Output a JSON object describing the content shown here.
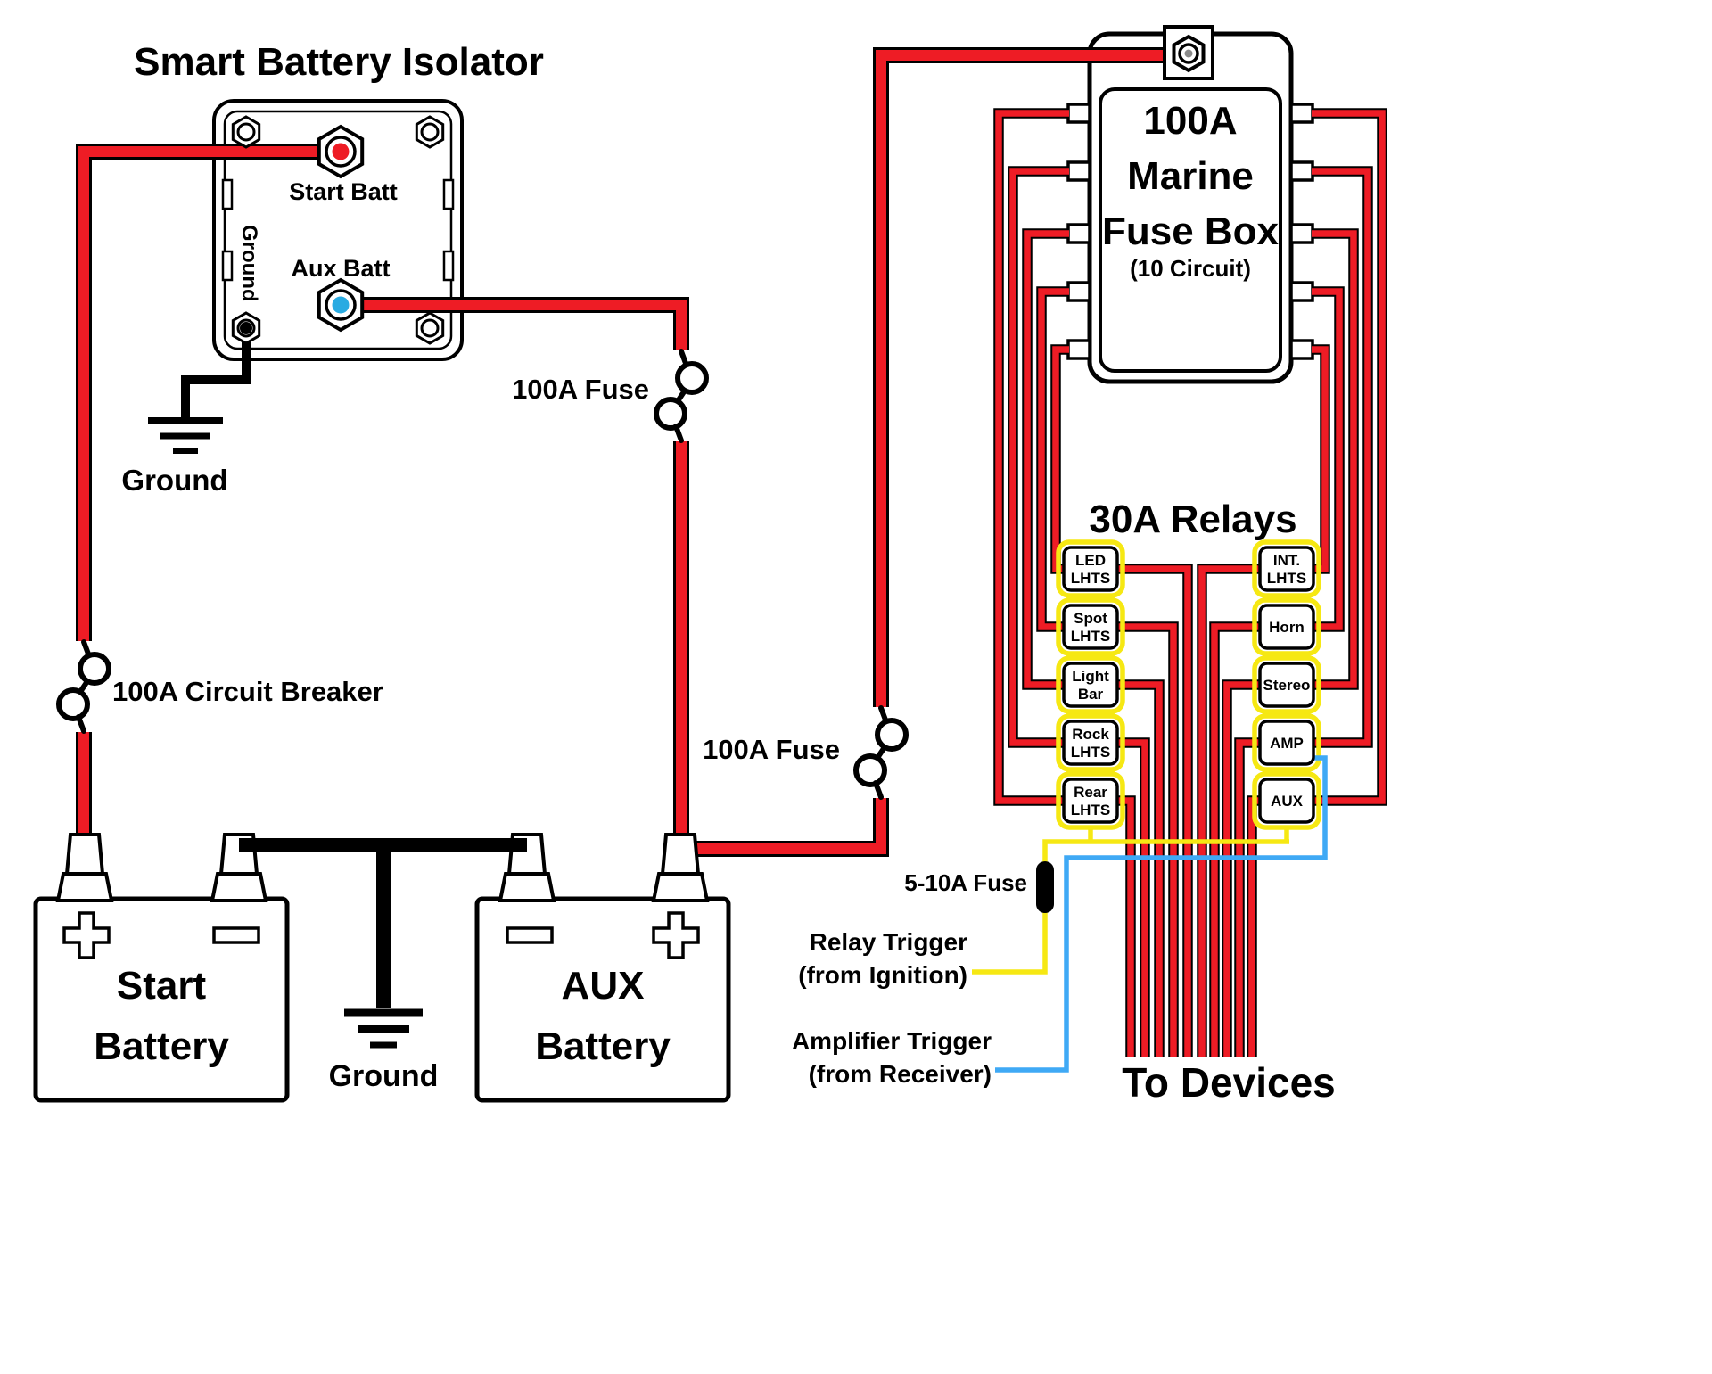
{
  "colors": {
    "background": "#ffffff",
    "wire_red": "#ee1c25",
    "wire_black": "#000000",
    "wire_yellow": "#f6e813",
    "wire_blue": "#3fa9f5",
    "terminal_red": "#ee1c25",
    "terminal_blue": "#29abe2"
  },
  "isolator": {
    "title": "Smart Battery Isolator",
    "start_terminal_label": "Start Batt",
    "aux_terminal_label": "Aux Batt",
    "ground_terminal_label": "Ground",
    "ground_label": "Ground"
  },
  "wiring": {
    "circuit_breaker_label": "100A Circuit Breaker",
    "fuse_label_top": "100A Fuse",
    "fuse_label_mid": "100A Fuse",
    "small_fuse_label": "5-10A Fuse",
    "battery_ground_label": "Ground",
    "relay_trigger_line1": "Relay Trigger",
    "relay_trigger_line2": "(from Ignition)",
    "amplifier_trigger_line1": "Amplifier Trigger",
    "amplifier_trigger_line2": "(from Receiver)",
    "to_devices_label": "To Devices"
  },
  "fuse_box": {
    "line1": "100A",
    "line2": "Marine",
    "line3": "Fuse Box",
    "line4": "(10 Circuit)"
  },
  "relays": {
    "title": "30A Relays",
    "left": [
      {
        "line1": "LED",
        "line2": "LHTS"
      },
      {
        "line1": "Spot",
        "line2": "LHTS"
      },
      {
        "line1": "Light",
        "line2": "Bar"
      },
      {
        "line1": "Rock",
        "line2": "LHTS"
      },
      {
        "line1": "Rear",
        "line2": "LHTS"
      }
    ],
    "right": [
      {
        "line1": "INT.",
        "line2": "LHTS"
      },
      {
        "line1": "Horn",
        "line2": ""
      },
      {
        "line1": "Stereo",
        "line2": ""
      },
      {
        "line1": "AMP",
        "line2": ""
      },
      {
        "line1": "AUX",
        "line2": ""
      }
    ]
  },
  "batteries": {
    "start": {
      "line1": "Start",
      "line2": "Battery"
    },
    "aux": {
      "line1": "AUX",
      "line2": "Battery"
    }
  }
}
